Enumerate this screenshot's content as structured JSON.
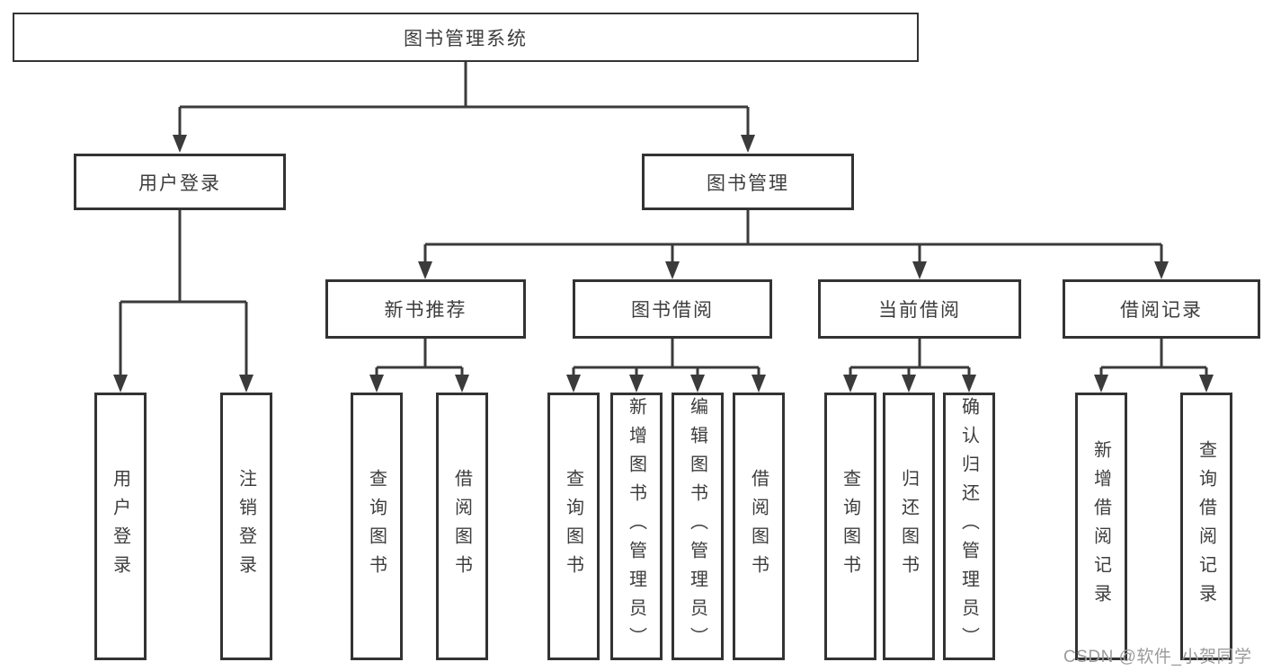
{
  "nodes": {
    "root": "图书管理系统",
    "branches": [
      "用户登录",
      "图书管理"
    ],
    "sections": [
      "新书推荐",
      "图书借阅",
      "当前借阅",
      "借阅记录"
    ],
    "leaves": [
      "用户登录",
      "注销登录",
      "查询图书",
      "借阅图书",
      "查询图书",
      "新增图书（管理员）",
      "编辑图书（管理员）",
      "借阅图书",
      "查询图书",
      "归还图书",
      "确认归还（管理员）",
      "新增借阅记录",
      "查询借阅记录"
    ]
  },
  "watermark": "CSDN @软件_小贺同学",
  "colors": {
    "line": "#3b3b3b",
    "border": "#333333",
    "text": "#3d3d3d",
    "watermark": "#9b9b9b",
    "background": "#ffffff"
  }
}
